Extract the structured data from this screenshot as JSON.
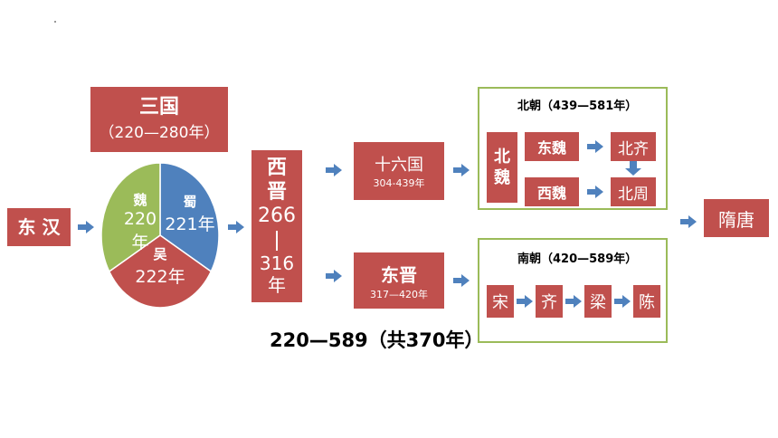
{
  "east_han": "东 汉",
  "three_kingdoms": {
    "title": "三国",
    "years": "（220—280年）"
  },
  "pie": {
    "wei": "魏",
    "wei_year": "220年",
    "shu": "蜀",
    "shu_year": "221年",
    "wu": "吴",
    "wu_year": "222年",
    "colors": {
      "wei": "#9bbb59",
      "shu": "#4f81bd",
      "wu": "#c0504d"
    }
  },
  "western_jin": {
    "l1": "西",
    "l2": "晋",
    "start": "266",
    "dash": "—",
    "end": "316年"
  },
  "sixteen": {
    "title": "十六国",
    "years": "304-439年"
  },
  "eastern_jin": {
    "title": "东晋",
    "years": "317—420年"
  },
  "northern": {
    "title": "北朝（439—581年）",
    "bei": "北",
    "wei": "魏",
    "east_wei": "东魏",
    "west_wei": "西魏",
    "north_qi": "北齐",
    "north_zhou": "北周"
  },
  "southern": {
    "title": "南朝（420—589年）",
    "song": "宋",
    "qi": "齐",
    "liang": "梁",
    "chen": "陈"
  },
  "sui_tang": "隋唐",
  "period": "220—589（共370年）",
  "colors": {
    "box": "#c0504d",
    "arrow": "#4f81bd",
    "frame": "#9bbb59"
  }
}
